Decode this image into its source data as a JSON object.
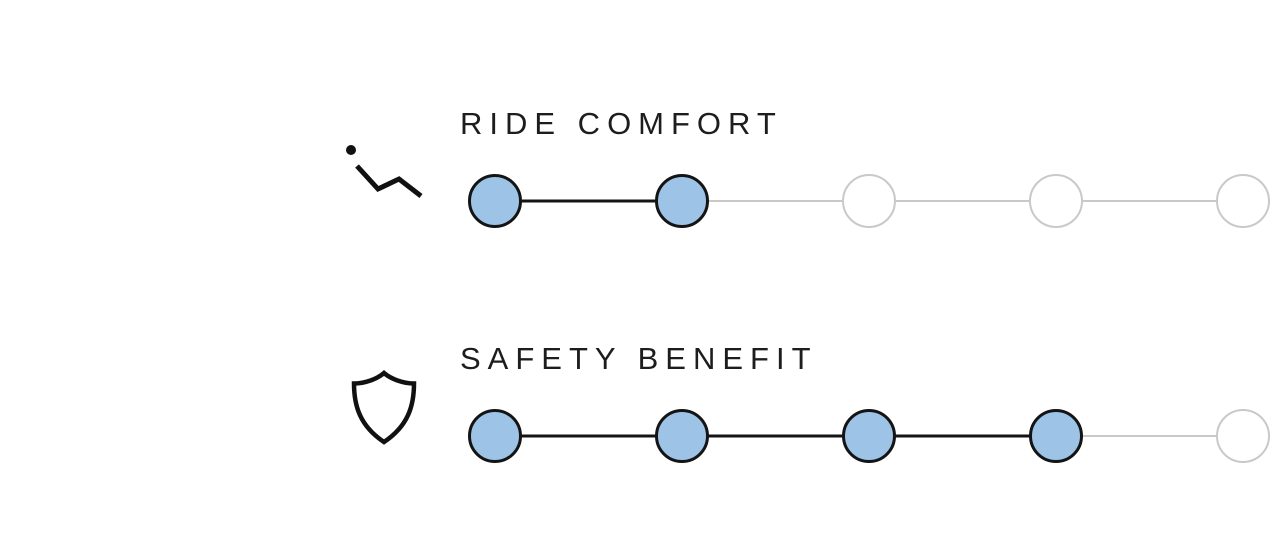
{
  "chart_data": {
    "type": "rating-scale",
    "categories": [
      "RIDE COMFORT",
      "SAFETY BENEFIT"
    ],
    "values": [
      2,
      4
    ],
    "max": 5,
    "title": "",
    "legend": "none",
    "grid": false
  },
  "ratings": [
    {
      "label": "RIDE COMFORT",
      "icon": "recline-seat-icon",
      "value": 2,
      "max": 5
    },
    {
      "label": "SAFETY BENEFIT",
      "icon": "shield-icon",
      "value": 4,
      "max": 5
    }
  ],
  "colors": {
    "filled_dot_fill": "#9DC3E6",
    "filled_dot_border": "#141414",
    "empty_dot_fill": "#ffffff",
    "empty_dot_border": "#c9c9c9",
    "active_line": "#141414",
    "inactive_line": "#c9c9c9",
    "icon": "#111111",
    "text": "#1d1d1d"
  }
}
